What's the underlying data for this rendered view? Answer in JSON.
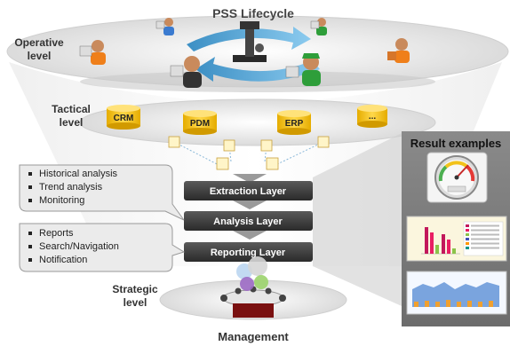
{
  "title": "PSS Lifecycle",
  "levels": {
    "operative": [
      "Operative",
      "level"
    ],
    "tactical": [
      "Tactical",
      "level"
    ],
    "strategic": [
      "Strategic",
      "level"
    ]
  },
  "databases": [
    "CRM",
    "PDM",
    "ERP",
    "..."
  ],
  "layers": {
    "extraction": "Extraction Layer",
    "analysis": "Analysis Layer",
    "reporting": "Reporting Layer"
  },
  "analysis_bullets": [
    "Historical analysis",
    "Trend analysis",
    "Monitoring"
  ],
  "reporting_bullets": [
    "Reports",
    "Search/Navigation",
    "Notification"
  ],
  "management": "Management",
  "result_panel": {
    "title": "Result examples"
  },
  "colors": {
    "layer_fill": "#3a3a3a",
    "db_fill": "#f2c21a",
    "panel": "#7a7a7a",
    "arrow_blue": "#5aa9d6"
  }
}
